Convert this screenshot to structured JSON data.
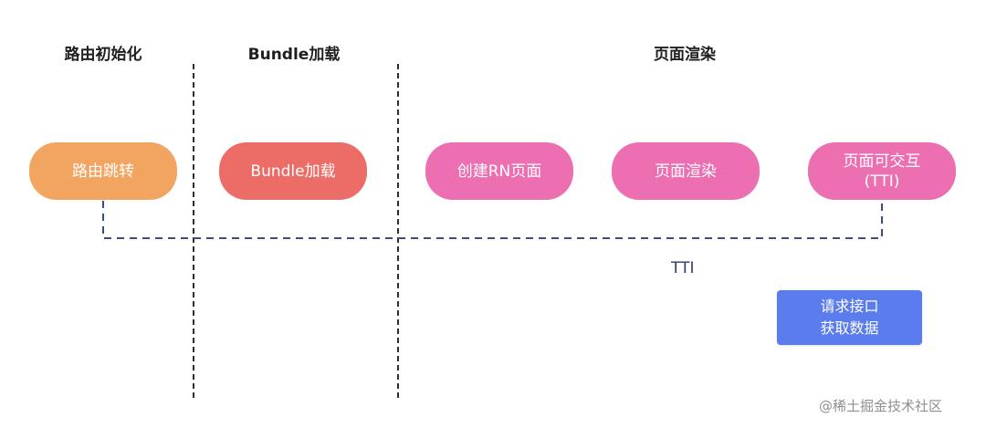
{
  "phases": {
    "route_init": "路由初始化",
    "bundle_load": "Bundle加载",
    "page_render": "页面渲染"
  },
  "nodes": {
    "route_jump": "路由跳转",
    "bundle_load": "Bundle加载",
    "create_rn_page": "创建RN页面",
    "page_render": "页面渲染",
    "page_interactive": {
      "line1": "页面可交互",
      "line2": "(TTI)"
    },
    "request_api": {
      "line1": "请求接口",
      "line2": "获取数据"
    }
  },
  "tti_label": "TTI",
  "watermark": "@稀土掘金技术社区",
  "colors": {
    "route": "#f2a561",
    "bundle": "#ec6d68",
    "render": "#ec6fb1",
    "request": "#5a7cec",
    "connector": "#3c4f7a",
    "divider": "#2e2e2e"
  }
}
